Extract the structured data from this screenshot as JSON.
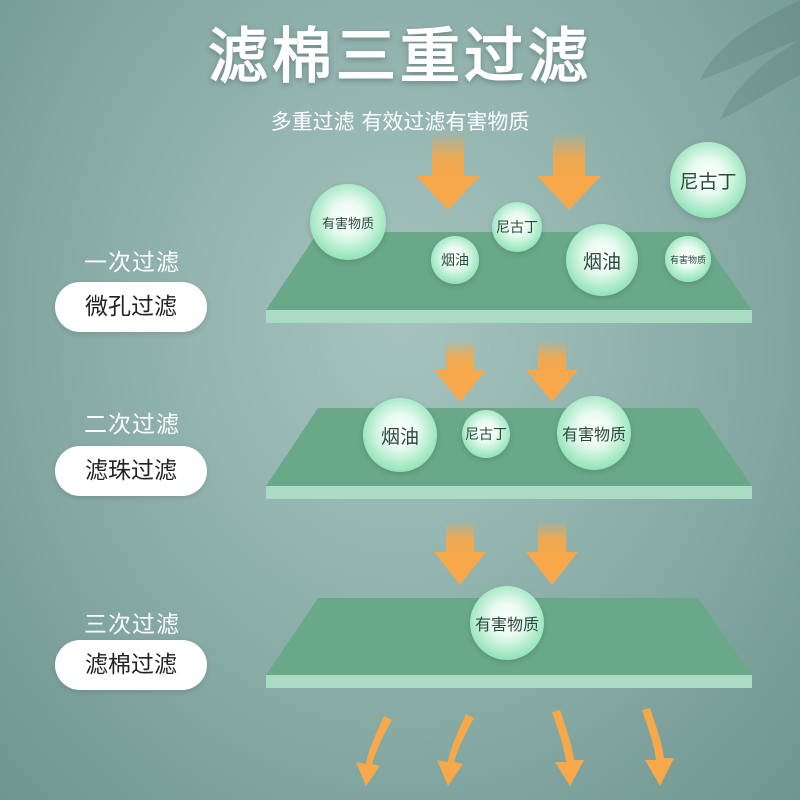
{
  "title": "滤棉三重过滤",
  "subtitle": "多重过滤 有效过滤有害物质",
  "stages": [
    {
      "label": "一次过滤",
      "pill": "微孔过滤"
    },
    {
      "label": "二次过滤",
      "pill": "滤珠过滤"
    },
    {
      "label": "三次过滤",
      "pill": "滤棉过滤"
    }
  ],
  "bubbles": {
    "top_nicotine": "尼古丁",
    "l1_harmful": "有害物质",
    "l1_nicotine": "尼古丁",
    "l1_tar_small": "烟油",
    "l1_tar_big": "烟油",
    "l1_harmful_small": "有害物质",
    "l2_tar": "烟油",
    "l2_nicotine": "尼古丁",
    "l2_harmful": "有害物质",
    "l3_harmful": "有害物质"
  },
  "colors": {
    "arrow": "#f6a84a",
    "layer": "#6aa88a",
    "layer_edge": "#a9dcc2",
    "bubble": "#5fcf94"
  },
  "icons": [
    "down-arrow-icon",
    "curved-arrow-icon",
    "leaf-icon"
  ]
}
